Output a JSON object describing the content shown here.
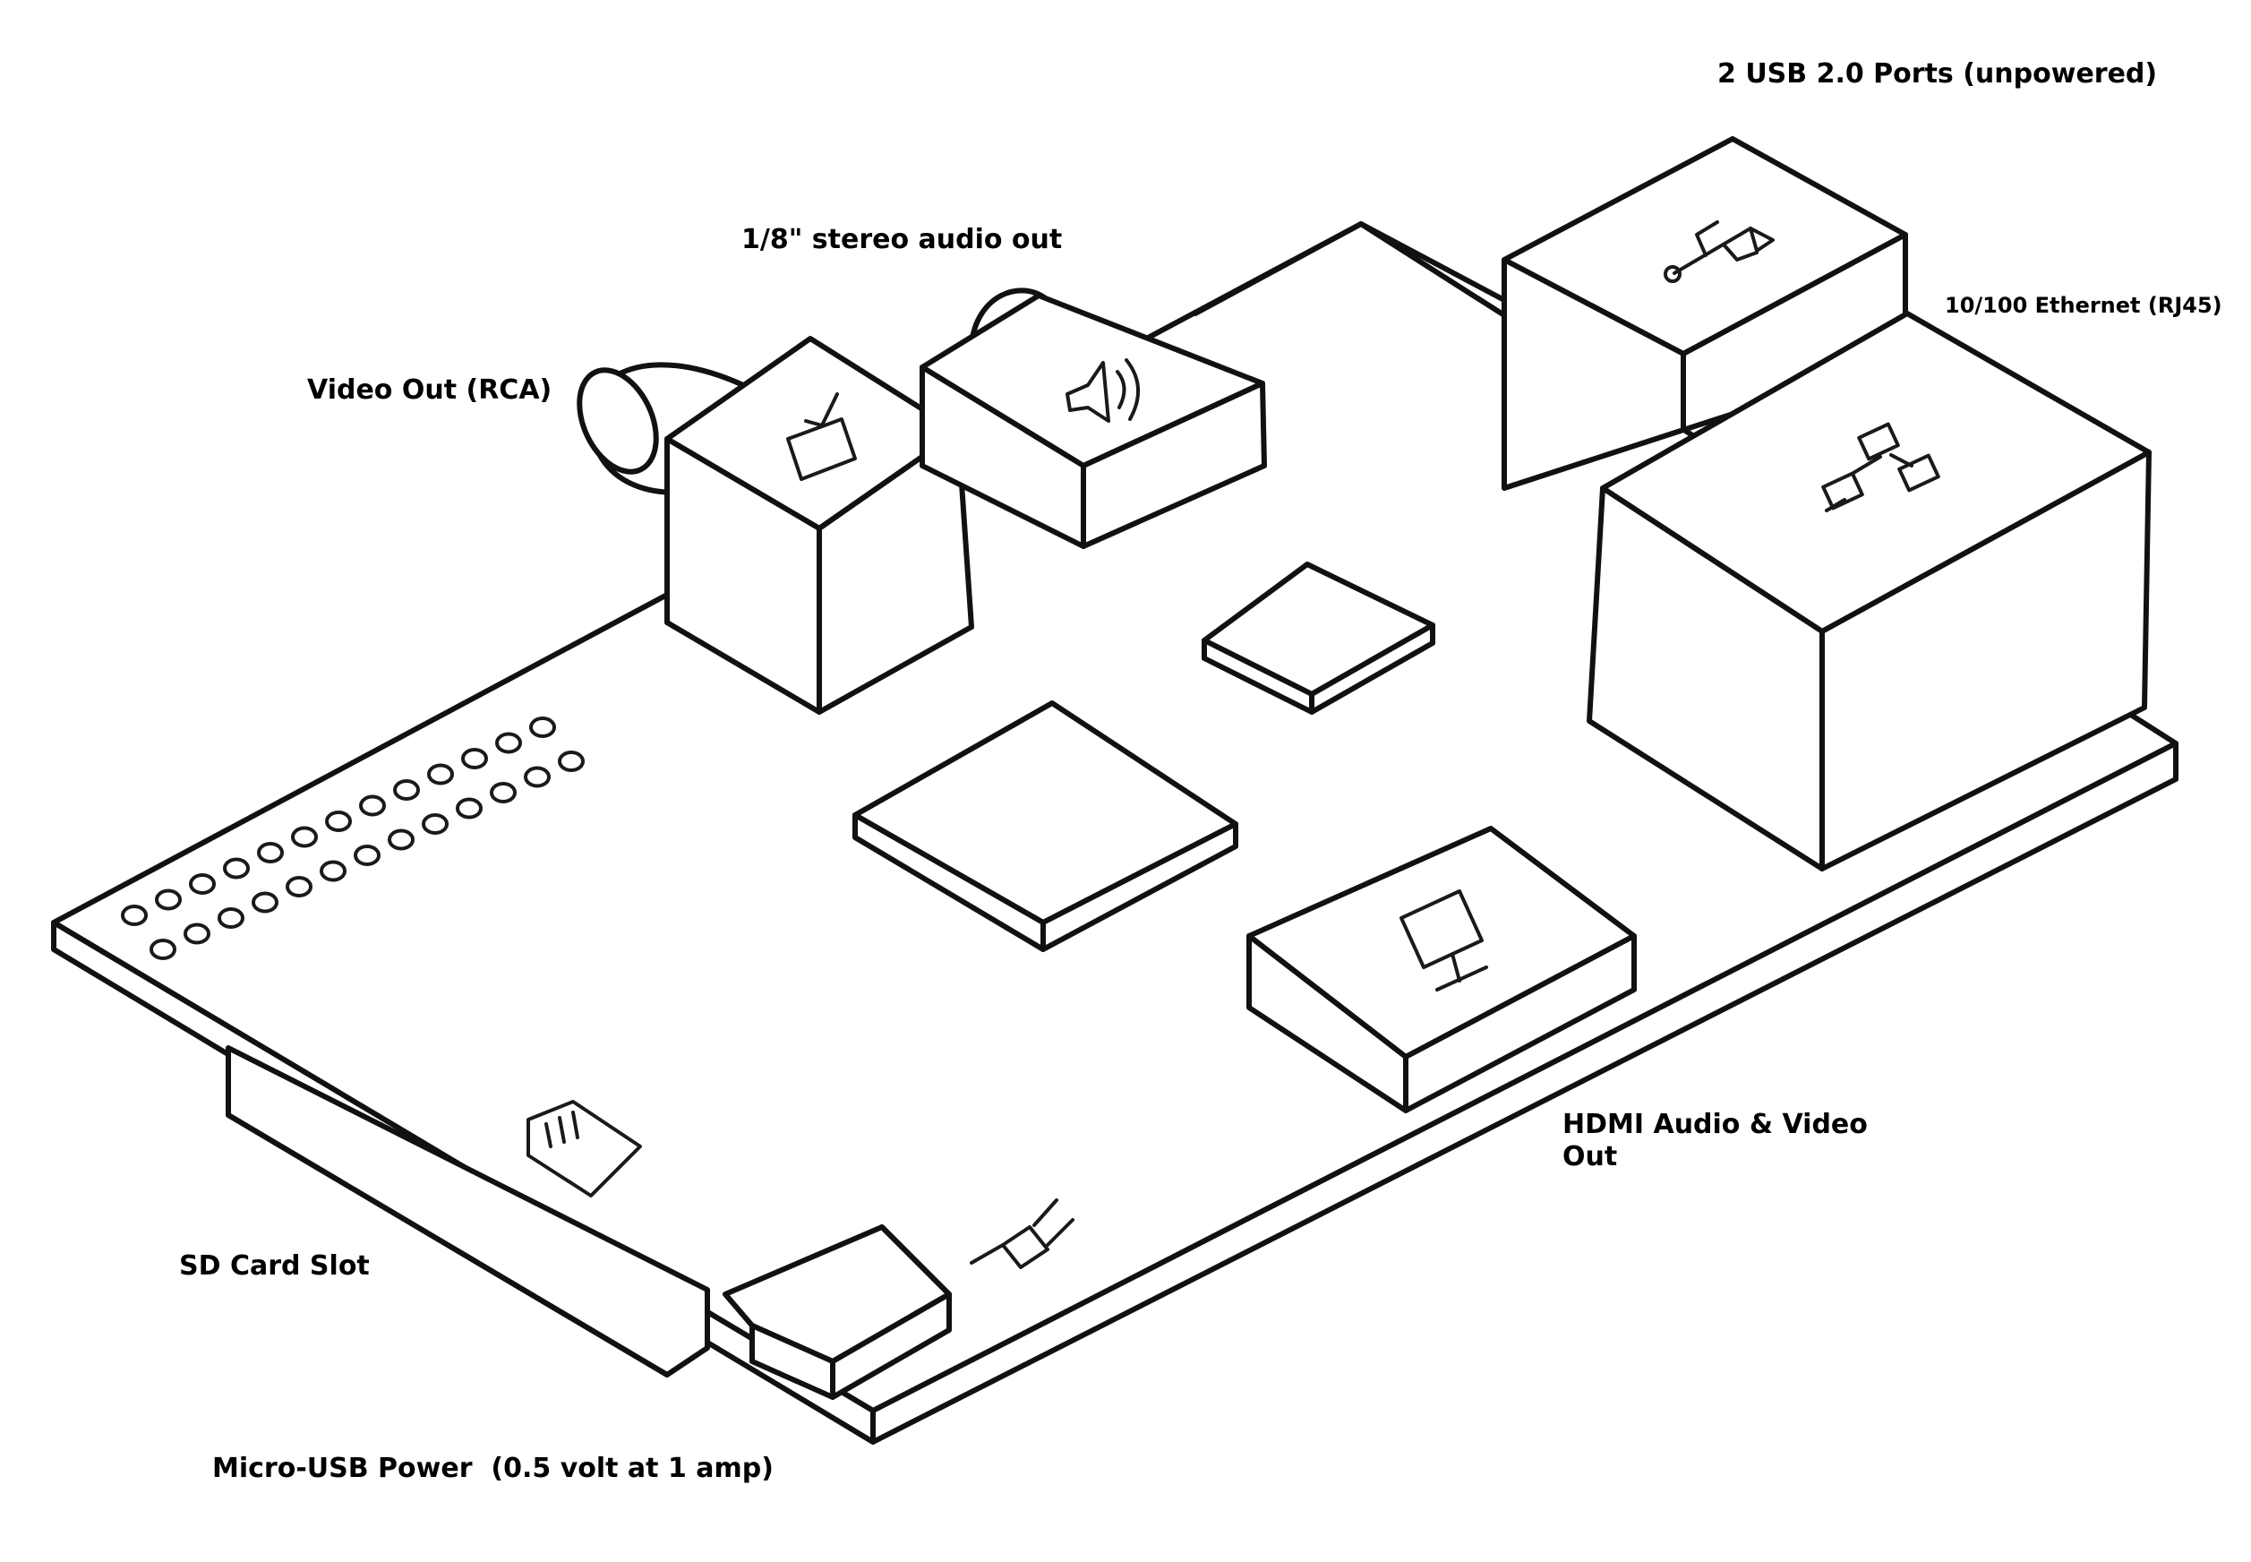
{
  "labels": {
    "usb_ports": "2 USB 2.0 Ports (unpowered)",
    "audio_out": "1/8\" stereo audio out",
    "ethernet": "10/100 Ethernet (RJ45)",
    "video_out": "Video Out (RCA)",
    "hdmi": "HDMI Audio & Video Out",
    "sd_card": "SD Card Slot",
    "power": "Micro-USB Power  (0.5 volt at 1 amp)"
  },
  "icons": {
    "tv": "tv-icon",
    "speaker": "speaker-icon",
    "usb": "usb-icon",
    "network": "network-icon",
    "monitor": "monitor-icon",
    "sd": "sd-card-icon",
    "plug": "power-plug-icon"
  },
  "colors": {
    "ink": "#111111",
    "paper": "#ffffff"
  }
}
